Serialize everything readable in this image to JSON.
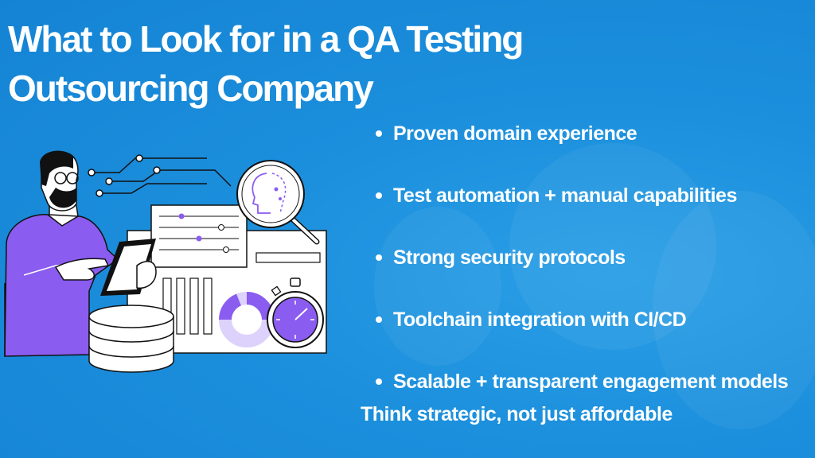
{
  "slide": {
    "title_line1": "What to Look for in a QA Testing",
    "title_line2": "Outsourcing Company",
    "bullets": [
      "Proven domain experience",
      "Test automation + manual capabilities",
      "Strong security protocols",
      "Toolchain integration with CI/CD",
      "Scalable + transparent engagement models"
    ],
    "footer": "Think strategic, not just affordable"
  },
  "colors": {
    "background": "#1b8fdc",
    "text": "#ffffff",
    "accent_purple": "#8a5cf0",
    "ink": "#111111"
  },
  "icons": [
    "qa-illustration",
    "magnifier-robot-icon",
    "database-icon",
    "stopwatch-icon",
    "tablet-icon",
    "donut-chart-icon"
  ]
}
